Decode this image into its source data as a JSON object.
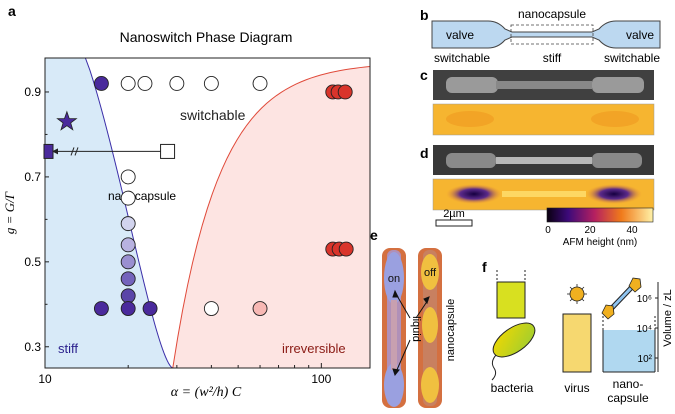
{
  "panel_labels": [
    "a",
    "b",
    "c",
    "d",
    "e",
    "f"
  ],
  "chart_data": {
    "type": "scatter",
    "title": "Nanoswitch Phase Diagram",
    "xlabel": "α = (w²/h) C",
    "ylabel": "g = G/Γ",
    "xscale": "log",
    "xlim": [
      10,
      150
    ],
    "ylim": [
      0.25,
      0.98
    ],
    "xticks": [
      10,
      100
    ],
    "xtick_labels": [
      "10",
      "100"
    ],
    "yticks": [
      0.3,
      0.5,
      0.7,
      0.9
    ],
    "ytick_labels": [
      "0.3",
      "0.5",
      "0.7",
      "0.9"
    ],
    "region_labels": {
      "stiff": "stiff",
      "switchable": "switchable",
      "irreversible": "irreversible"
    },
    "annotation": "nanocapsule",
    "colors": {
      "stiff_fill": "#d8eaf8",
      "irreversible_fill": "#fde4e2",
      "boundary_stiff": "#3b2ea8",
      "boundary_irreversible": "#e04a3a",
      "stiff_point": "#4a2a9c",
      "switchable_point": "#ffffff",
      "irreversible_point": "#d9342b"
    },
    "series": [
      {
        "points": [
          {
            "x": 16,
            "y": 0.92,
            "color": "#4a2a9c"
          },
          {
            "x": 20,
            "y": 0.92,
            "color": "#ffffff"
          },
          {
            "x": 23,
            "y": 0.92,
            "color": "#ffffff"
          },
          {
            "x": 30,
            "y": 0.92,
            "color": "#ffffff"
          },
          {
            "x": 40,
            "y": 0.92,
            "color": "#ffffff"
          },
          {
            "x": 60,
            "y": 0.92,
            "color": "#ffffff"
          },
          {
            "x": 110,
            "y": 0.9,
            "color": "#d9342b"
          },
          {
            "x": 115,
            "y": 0.9,
            "color": "#d9342b"
          },
          {
            "x": 122,
            "y": 0.9,
            "color": "#d9342b"
          },
          {
            "x": 20,
            "y": 0.7,
            "color": "#ffffff"
          },
          {
            "x": 20,
            "y": 0.65,
            "color": "#ffffff"
          },
          {
            "x": 20,
            "y": 0.59,
            "color": "#d2d4ee"
          },
          {
            "x": 20,
            "y": 0.54,
            "color": "#b8b2e0"
          },
          {
            "x": 20,
            "y": 0.5,
            "color": "#9a8fd0"
          },
          {
            "x": 20,
            "y": 0.46,
            "color": "#7463bc"
          },
          {
            "x": 20,
            "y": 0.42,
            "color": "#5a45a8"
          },
          {
            "x": 20,
            "y": 0.39,
            "color": "#4a2a9c"
          },
          {
            "x": 16,
            "y": 0.39,
            "color": "#4a2a9c"
          },
          {
            "x": 24,
            "y": 0.39,
            "color": "#4a2a9c"
          },
          {
            "x": 40,
            "y": 0.39,
            "color": "#ffffff"
          },
          {
            "x": 60,
            "y": 0.39,
            "color": "#f7b8b4"
          },
          {
            "x": 110,
            "y": 0.53,
            "color": "#d9342b"
          },
          {
            "x": 116,
            "y": 0.53,
            "color": "#d9342b"
          },
          {
            "x": 123,
            "y": 0.53,
            "color": "#d9342b"
          }
        ]
      }
    ],
    "star": {
      "x": 12,
      "y": 0.83,
      "color": "#4a2a9c"
    },
    "nanocapsule_from": {
      "x": 28,
      "y": 0.76
    },
    "nanocapsule_to": {
      "x": 10,
      "y": 0.76
    }
  },
  "panel_b": {
    "labels": {
      "valve_left": "valve",
      "valve_right": "valve",
      "nanocapsule": "nanocapsule",
      "switchable_left": "switchable",
      "stiff": "stiff",
      "switchable_right": "switchable"
    }
  },
  "colorbar": {
    "scale_bar": "2µm",
    "ticks": [
      "0",
      "20",
      "40"
    ],
    "label": "AFM height (nm)"
  },
  "panel_e": {
    "on": "on",
    "off": "off",
    "liquid": "liquid",
    "nanocapsule": "nanocapsule"
  },
  "panel_f": {
    "labels": {
      "bacteria": "bacteria",
      "virus": "virus",
      "nanocapsule": "nano-\ncapsule"
    },
    "axis_label": "Volume / zL",
    "ticks": [
      "10²",
      "10⁴",
      "10⁶"
    ]
  }
}
